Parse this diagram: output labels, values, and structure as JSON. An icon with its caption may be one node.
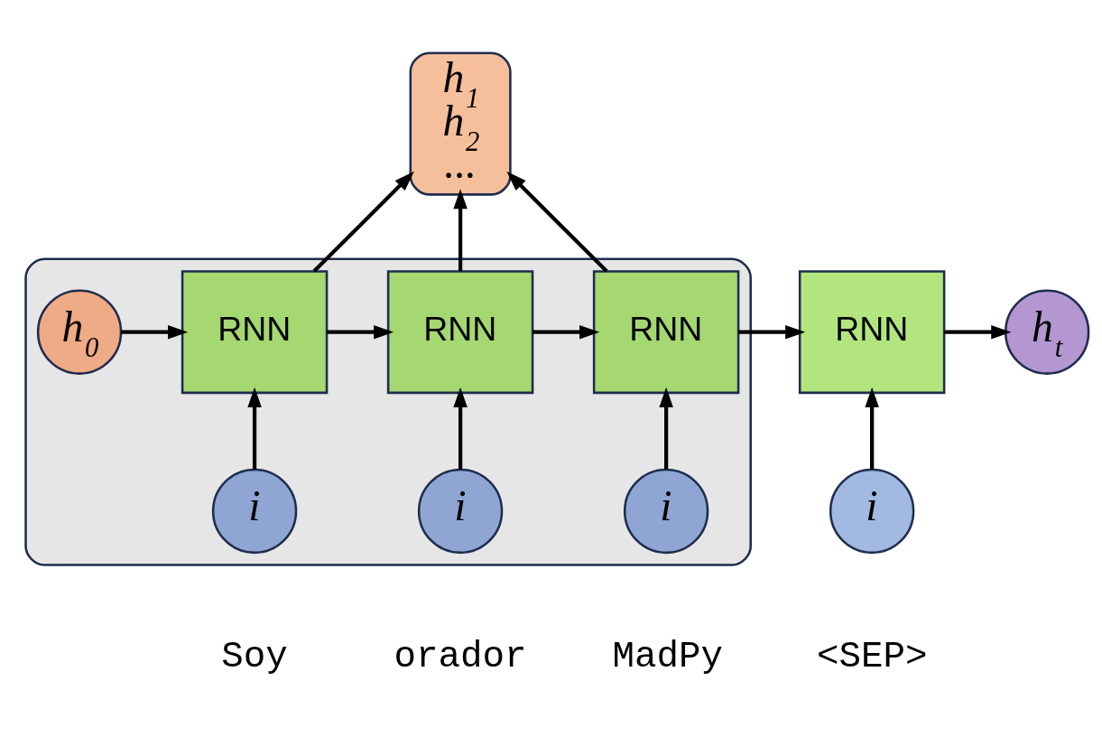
{
  "diagram": {
    "nodes": [
      {
        "text": [],
        "shape": "box"
      },
      {
        "text": [
          "h$_{0}$"
        ],
        "in": 0
      },
      {
        "text": [
          "RNN"
        ],
        "in": 0
      },
      {
        "text": [
          "RNN"
        ],
        "in": 0
      },
      {
        "text": [
          "RNN"
        ],
        "in": 0
      },
      {
        "text": [
          "i"
        ],
        "in": 0
      },
      {
        "text": [
          "i"
        ],
        "in": 0
      },
      {
        "text": [
          "i"
        ],
        "in": 0
      },
      {
        "text": [
          "RNN"
        ]
      },
      {
        "text": [
          "i"
        ]
      },
      {
        "text": [
          "h$_{t}$"
        ]
      },
      {
        "text": [
          "h$_{1}$",
          "h$_{2}$",
          "..."
        ]
      }
    ],
    "edges": [
      {
        "from": 1,
        "to": 2,
        "arrow": "to"
      },
      {
        "from": 2,
        "to": 3,
        "arrow": "to"
      },
      {
        "from": 3,
        "to": 4,
        "arrow": "to"
      },
      {
        "from": 4,
        "to": 8,
        "arrow": "to"
      },
      {
        "from": 8,
        "to": 10,
        "arrow": "to"
      },
      {
        "from": 5,
        "to": 2,
        "arrow": "to"
      },
      {
        "from": 6,
        "to": 3,
        "arrow": "to"
      },
      {
        "from": 7,
        "to": 4,
        "arrow": "to"
      },
      {
        "from": 9,
        "to": 8,
        "arrow": "to"
      },
      {
        "from": 2,
        "to": 11,
        "arrow": "to"
      },
      {
        "from": 3,
        "to": 11,
        "arrow": "to"
      },
      {
        "from": 4,
        "to": 11,
        "arrow": "to"
      }
    ],
    "labels": [
      "Soy",
      "orador",
      "MadPy",
      "<SEP>"
    ]
  }
}
